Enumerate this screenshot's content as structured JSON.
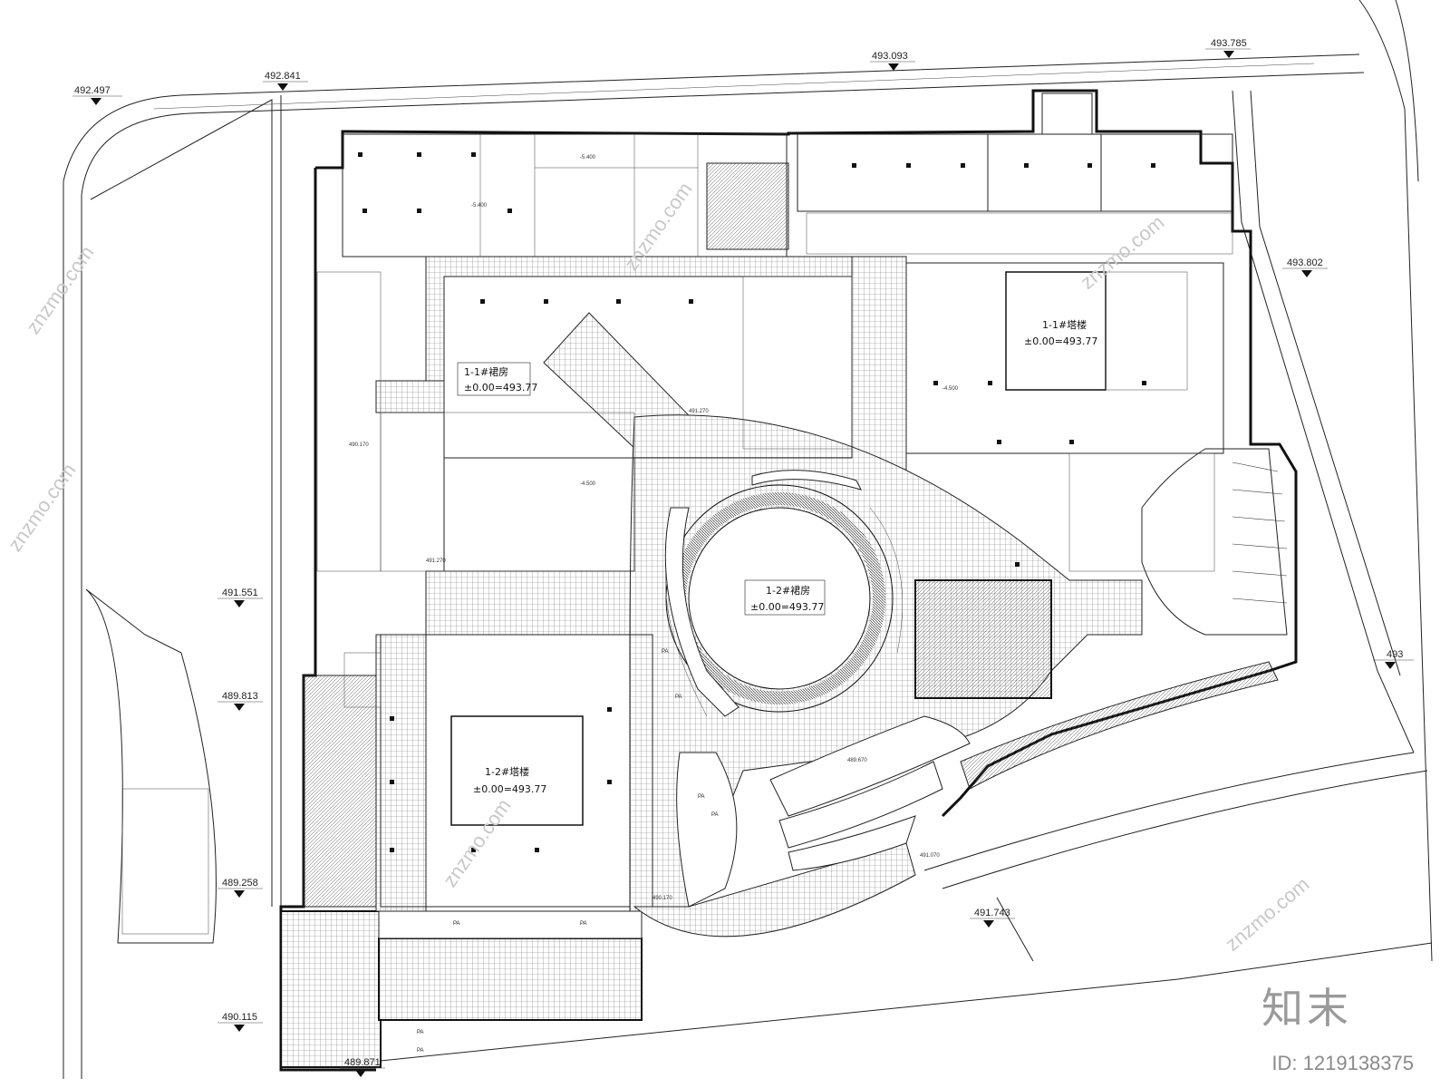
{
  "elevations": [
    "492.497",
    "492.841",
    "493.093",
    "493.785",
    "493.802",
    "491.551",
    "489.813",
    "489.258",
    "490.115",
    "489.871",
    "491.743",
    "493"
  ],
  "blocks": [
    {
      "name": "1-1#裙房",
      "datum": "±0.00=493.77"
    },
    {
      "name": "1-2#裙房",
      "datum": "±0.00=493.77"
    },
    {
      "name": "1-1#塔楼",
      "datum": "±0.00=493.77"
    },
    {
      "name": "1-2#塔楼",
      "datum": "±0.00=493.77"
    }
  ],
  "parking_label": "PA",
  "spot_levels": [
    "-5.400",
    "-4.500",
    "491.270",
    "490.170",
    "489.670",
    "491.070"
  ],
  "watermark": "znzmo.com",
  "brand": "知末",
  "image_id": "ID: 1219138375"
}
